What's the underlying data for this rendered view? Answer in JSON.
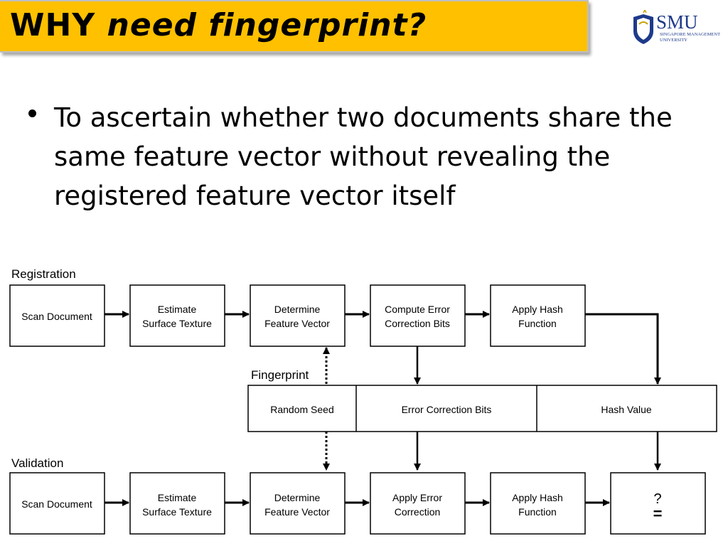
{
  "title": {
    "why": "WHY",
    "rest": " need fingerprint?"
  },
  "logo": {
    "word": "SMU",
    "line1": "SINGAPORE MANAGEMENT",
    "line2": "UNIVERSITY"
  },
  "bullet": "To ascertain whether two documents share the same feature vector without revealing the registered feature vector itself",
  "diagram": {
    "registration_label": "Registration",
    "fingerprint_label": "Fingerprint",
    "validation_label": "Validation",
    "registration": [
      [
        "Scan Document"
      ],
      [
        "Estimate",
        "Surface Texture"
      ],
      [
        "Determine",
        "Feature Vector"
      ],
      [
        "Compute Error",
        "Correction Bits"
      ],
      [
        "Apply Hash",
        "Function"
      ]
    ],
    "fingerprint": [
      "Random Seed",
      "Error Correction Bits",
      "Hash Value"
    ],
    "validation": [
      [
        "Scan Document"
      ],
      [
        "Estimate",
        "Surface Texture"
      ],
      [
        "Determine",
        "Feature Vector"
      ],
      [
        "Apply Error",
        "Correction"
      ],
      [
        "Apply Hash",
        "Function"
      ],
      [
        "?",
        "="
      ]
    ]
  }
}
